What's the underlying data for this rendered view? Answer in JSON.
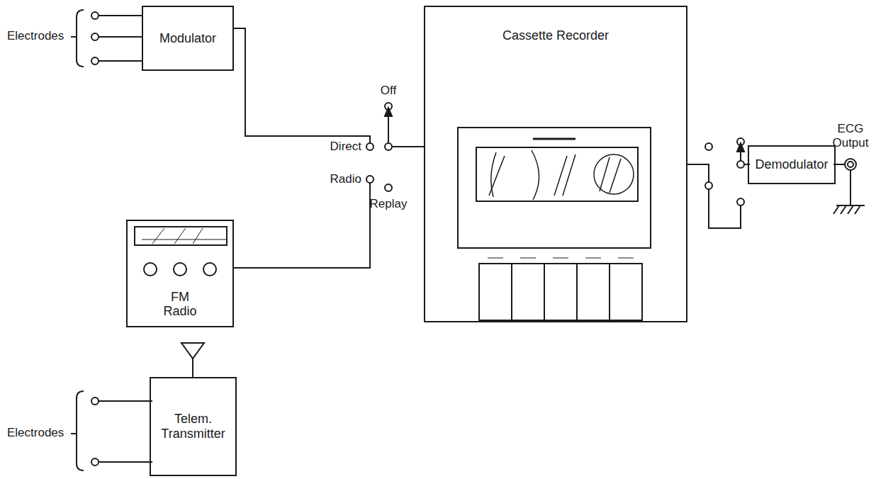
{
  "diagram": {
    "nodes": [
      {
        "text": [
          "Modulator"
        ]
      },
      {
        "text": [
          "Cassette Recorder"
        ]
      },
      {
        "text": [
          "FM Radio"
        ]
      },
      {
        "text": [
          "Telem. Transmitter"
        ]
      },
      {
        "text": [
          "Demodulator"
        ]
      }
    ],
    "labels": [
      "Electrodes",
      "Off",
      "Direct",
      "Radio",
      "Replay",
      "ECG Output",
      "Electrodes"
    ]
  }
}
